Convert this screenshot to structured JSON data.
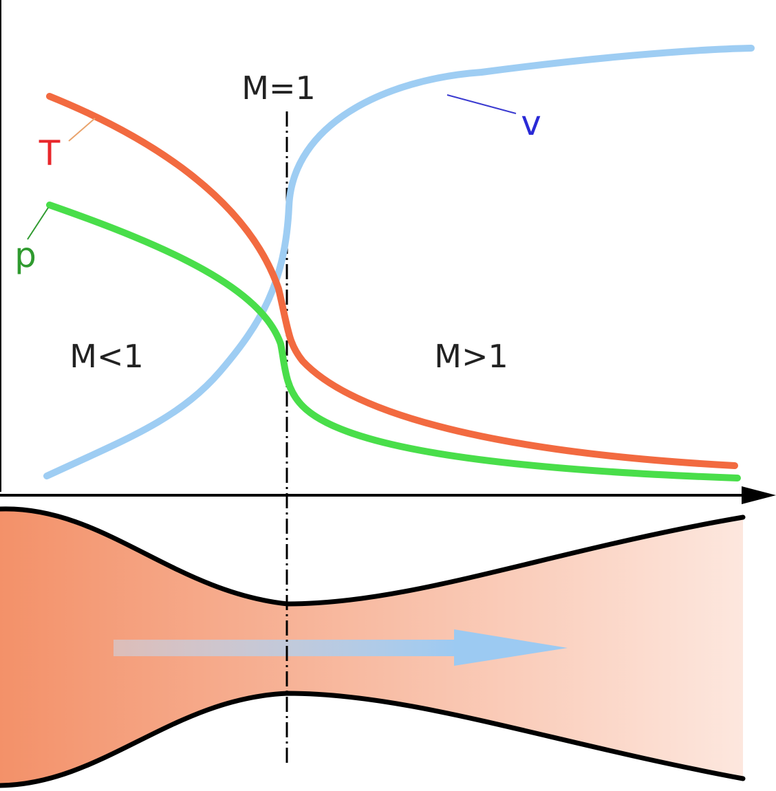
{
  "labels": {
    "throat": "M=1",
    "subsonic": "M<1",
    "supersonic": "M>1",
    "temperature": "T",
    "pressure": "p",
    "velocity": "v"
  },
  "colors": {
    "temperature": "#f26a40",
    "pressure": "#49de4a",
    "velocity": "#9ecdf3",
    "temperature_label": "#e8262a",
    "pressure_label": "#2f9a2f",
    "velocity_label": "#2a2ad6",
    "nozzle_fill_start": "#f39169",
    "nozzle_fill_end": "#fde7de",
    "flow_arrow": "#9ccaf2",
    "outline": "#000000"
  }
}
